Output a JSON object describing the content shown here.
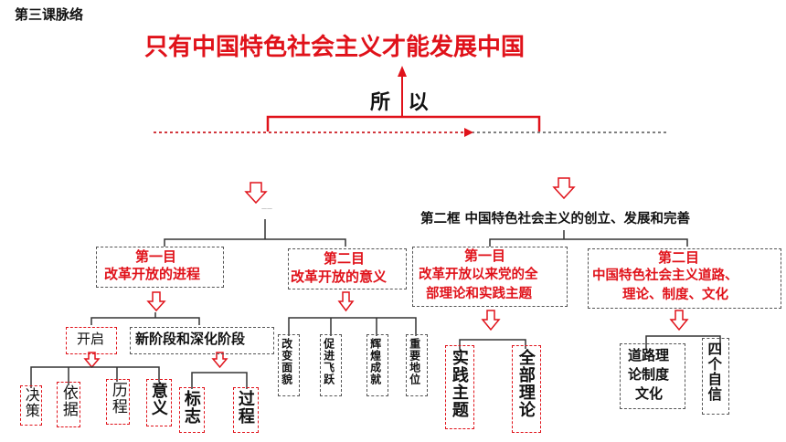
{
  "header": {
    "lesson_label": "第三课脉络",
    "main_title": "只有中国特色社会主义才能发展中国",
    "suo_yi": "所 以"
  },
  "left_frame": {
    "small_label": "——"
  },
  "right_frame": {
    "title": "第二框 中国特色社会主义的创立、发展和完善"
  },
  "nodes": {
    "item1": {
      "heading": "第一目",
      "title": "改革开放的进程"
    },
    "item2": {
      "heading": "第二目",
      "title": "改革开放的意义"
    },
    "item3": {
      "heading": "第一目",
      "title_line1": "改革开放以来党的全",
      "title_line2": "部理论和实践主题"
    },
    "item4": {
      "heading": "第二目",
      "title_line1": "中国特色社会主义道路、",
      "title_line2": "理论、制度、文化"
    }
  },
  "leaves": {
    "kaiqi": "开启",
    "new_stage": "新阶段和深化阶段",
    "juece": "决策",
    "yiju": "依据",
    "licheng": "历程",
    "yiyi": "意义",
    "biaozhi": "标志",
    "guocheng": "过程",
    "gaibian": "改变面貌",
    "cujin": "促进飞跃",
    "huihuang": "辉煌成就",
    "zhongyao": "重要地位",
    "shijian": "实践主题",
    "quanbu": "全部理论",
    "daolu_line1": "道路理",
    "daolu_line2": "论制度",
    "daolu_line3": "文化",
    "sige": "四个自信"
  },
  "colors": {
    "accent_red": "#e0121a",
    "text_black": "#111111",
    "line_gray": "#555555"
  }
}
